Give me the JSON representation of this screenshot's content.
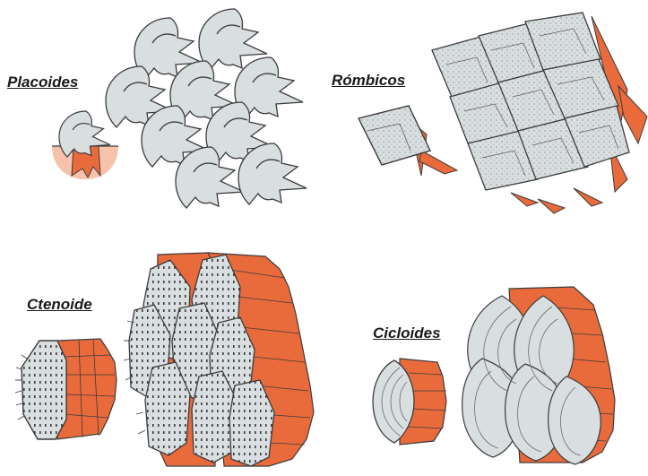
{
  "labels": {
    "placoides": "Placoides",
    "rombicos": "Rómbicos",
    "ctenoide": "Ctenoide",
    "cicloides": "Cicloides"
  },
  "colors": {
    "scale_gray": "#d9dee0",
    "scale_orange": "#e96a3b",
    "outline": "#3c3c3c",
    "skin_pink": "#f6c2ac",
    "label": "#1a1a1a"
  },
  "icons": {
    "placoid": "placoid-scale-icon",
    "rhombic": "rhombic-scale-icon",
    "ctenoid": "ctenoid-scale-icon",
    "cycloid": "cycloid-scale-icon"
  }
}
